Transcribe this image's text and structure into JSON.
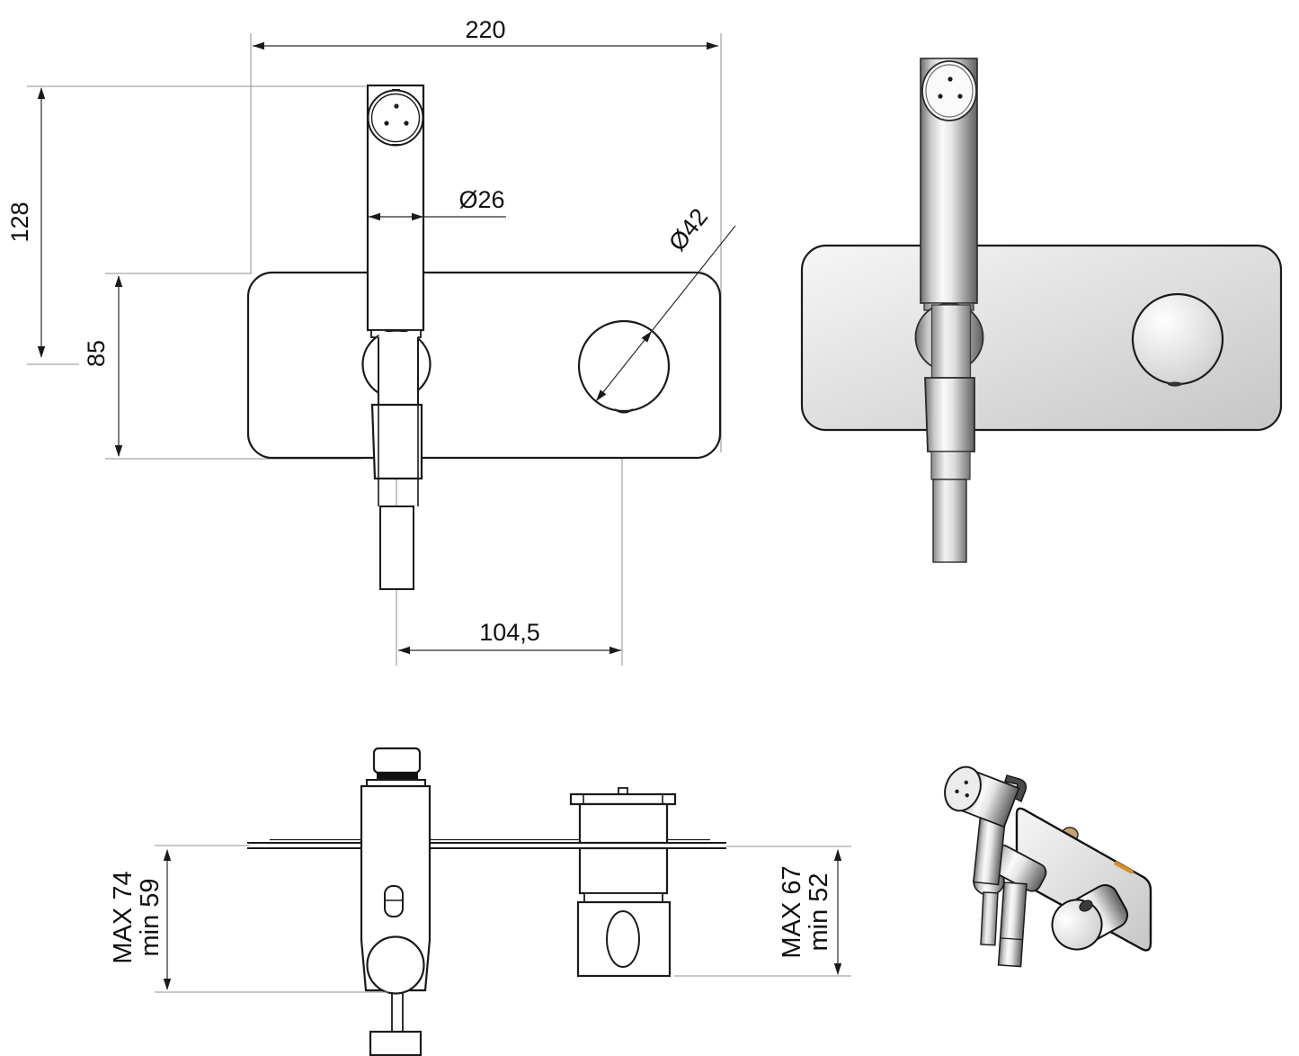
{
  "front_view": {
    "plate_width_label": "220",
    "overall_height_label": "128",
    "plate_height_label": "85",
    "handshower_diameter_label": "Ø26",
    "knob_diameter_label": "Ø42",
    "center_distance_label": "104,5"
  },
  "section_view": {
    "holder_depth_max_label": "MAX 74",
    "holder_depth_min_label": "min 59",
    "valve_depth_max_label": "MAX 67",
    "valve_depth_min_label": "min 52"
  },
  "colors": {
    "line": "#1a1a1a",
    "thin_line": "#8f8f8f",
    "metal_dark": "#666666",
    "metal_light": "#f8f8f8",
    "plate_light": "#f5f5f5",
    "plate_dark": "#c6c6c6",
    "brass": "#c4a271",
    "orange": "#d98e2b",
    "background": "#ffffff"
  }
}
